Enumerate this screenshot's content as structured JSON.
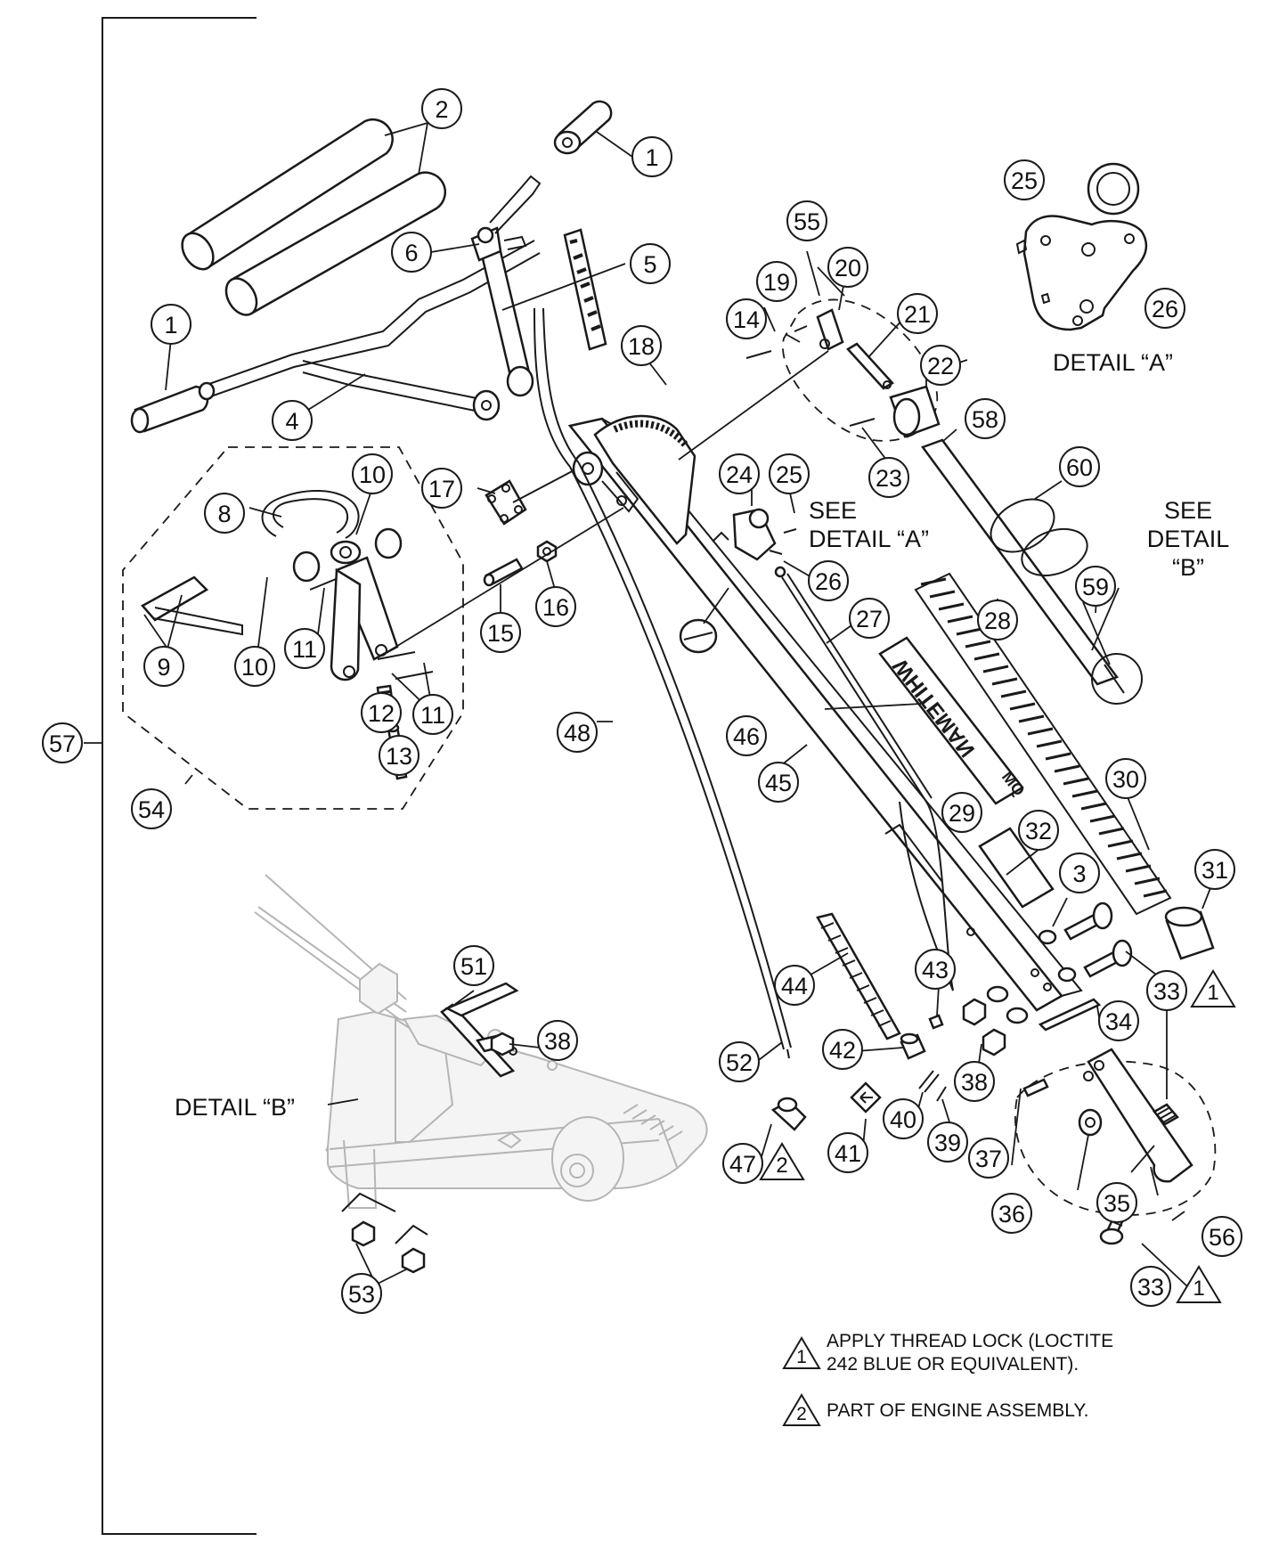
{
  "diagram": {
    "callouts": [
      {
        "id": "c1a",
        "text": "1"
      },
      {
        "id": "c1b",
        "text": "1"
      },
      {
        "id": "c2",
        "text": "2"
      },
      {
        "id": "c3",
        "text": "3"
      },
      {
        "id": "c4",
        "text": "4"
      },
      {
        "id": "c5",
        "text": "5"
      },
      {
        "id": "c6",
        "text": "6"
      },
      {
        "id": "c8",
        "text": "8"
      },
      {
        "id": "c9",
        "text": "9"
      },
      {
        "id": "c10a",
        "text": "10"
      },
      {
        "id": "c10b",
        "text": "10"
      },
      {
        "id": "c11a",
        "text": "11"
      },
      {
        "id": "c11b",
        "text": "11"
      },
      {
        "id": "c12",
        "text": "12"
      },
      {
        "id": "c13",
        "text": "13"
      },
      {
        "id": "c14",
        "text": "14"
      },
      {
        "id": "c15",
        "text": "15"
      },
      {
        "id": "c16",
        "text": "16"
      },
      {
        "id": "c17",
        "text": "17"
      },
      {
        "id": "c18",
        "text": "18"
      },
      {
        "id": "c19",
        "text": "19"
      },
      {
        "id": "c20",
        "text": "20"
      },
      {
        "id": "c21",
        "text": "21"
      },
      {
        "id": "c22",
        "text": "22"
      },
      {
        "id": "c23",
        "text": "23"
      },
      {
        "id": "c24",
        "text": "24"
      },
      {
        "id": "c25a",
        "text": "25"
      },
      {
        "id": "c25b",
        "text": "25"
      },
      {
        "id": "c26a",
        "text": "26"
      },
      {
        "id": "c26b",
        "text": "26"
      },
      {
        "id": "c27",
        "text": "27"
      },
      {
        "id": "c28",
        "text": "28"
      },
      {
        "id": "c29",
        "text": "29"
      },
      {
        "id": "c30",
        "text": "30"
      },
      {
        "id": "c31",
        "text": "31"
      },
      {
        "id": "c32",
        "text": "32"
      },
      {
        "id": "c33a",
        "text": "33"
      },
      {
        "id": "c33b",
        "text": "33"
      },
      {
        "id": "c34",
        "text": "34"
      },
      {
        "id": "c35",
        "text": "35"
      },
      {
        "id": "c36",
        "text": "36"
      },
      {
        "id": "c37",
        "text": "37"
      },
      {
        "id": "c38a",
        "text": "38"
      },
      {
        "id": "c38b",
        "text": "38"
      },
      {
        "id": "c39",
        "text": "39"
      },
      {
        "id": "c40",
        "text": "40"
      },
      {
        "id": "c41",
        "text": "41"
      },
      {
        "id": "c42",
        "text": "42"
      },
      {
        "id": "c43",
        "text": "43"
      },
      {
        "id": "c44",
        "text": "44"
      },
      {
        "id": "c45",
        "text": "45"
      },
      {
        "id": "c46",
        "text": "46"
      },
      {
        "id": "c47",
        "text": "47"
      },
      {
        "id": "c48",
        "text": "48"
      },
      {
        "id": "c51",
        "text": "51"
      },
      {
        "id": "c52",
        "text": "52"
      },
      {
        "id": "c53",
        "text": "53"
      },
      {
        "id": "c54",
        "text": "54"
      },
      {
        "id": "c55",
        "text": "55"
      },
      {
        "id": "c56",
        "text": "56"
      },
      {
        "id": "c57",
        "text": "57"
      },
      {
        "id": "c58",
        "text": "58"
      },
      {
        "id": "c59",
        "text": "59"
      },
      {
        "id": "c60",
        "text": "60"
      }
    ],
    "triangles": [
      {
        "id": "t1a",
        "text": "1"
      },
      {
        "id": "t1b",
        "text": "1"
      },
      {
        "id": "t2",
        "text": "2"
      }
    ],
    "labels": {
      "detail_a_ref_line1": "SEE",
      "detail_a_ref_line2": "DETAIL “A”",
      "detail_b_ref_line1": "SEE",
      "detail_b_ref_line2": "DETAIL",
      "detail_b_ref_line3": "“B”",
      "detail_a_title": "DETAIL “A”",
      "detail_b_title": "DETAIL “B”"
    },
    "notes": {
      "note1_symbol": "1",
      "note1_line1": "APPLY THREAD LOCK (LOCTITE",
      "note1_line2": "242 BLUE OR EQUIVALENT).",
      "note2_symbol": "2",
      "note2_line1": "PART OF ENGINE ASSEMBLY."
    },
    "decal_text": "WHITEMAN",
    "decal_logo": "MQ"
  }
}
